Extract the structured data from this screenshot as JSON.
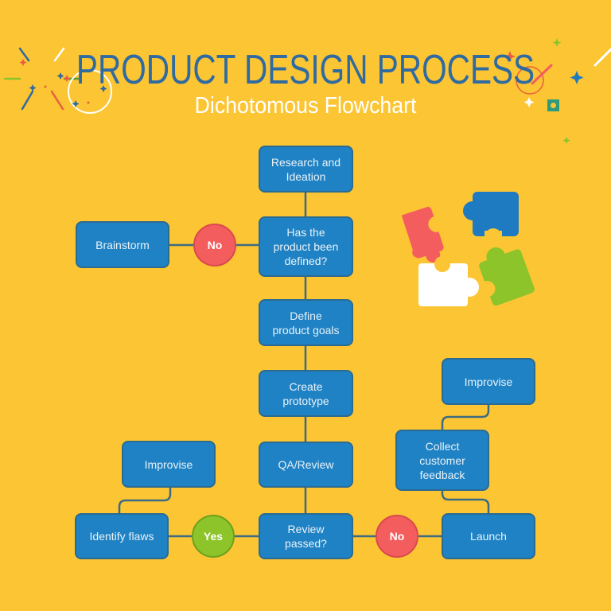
{
  "header": {
    "title": "PRODUCT DESIGN PROCESS",
    "subtitle": "Dichotomous Flowchart"
  },
  "colors": {
    "background": "#fcc534",
    "box_fill": "#1f82c4",
    "box_border": "#2b6a91",
    "title": "#2f6aa1",
    "no": "#f45d5e",
    "yes": "#8cc42a",
    "connector": "#3d6b82"
  },
  "nodes": {
    "research": "Research and\nIdeation",
    "defined_question": "Has the\nproduct been\ndefined?",
    "brainstorm": "Brainstorm",
    "define_goals": "Define\nproduct goals",
    "create_prototype": "Create\nprototype",
    "qa_review": "QA/Review",
    "review_passed": "Review\npassed?",
    "identify_flaws": "Identify flaws",
    "improvise_left": "Improvise",
    "launch": "Launch",
    "collect_feedback": "Collect\ncustomer\nfeedback",
    "improvise_right": "Improvise"
  },
  "decisions": {
    "no_top": "No",
    "yes_bottom": "Yes",
    "no_bottom": "No"
  },
  "decorations": {
    "illustration": "puzzle-pieces",
    "puzzle_colors": [
      "#f45d5e",
      "#1f7bc1",
      "#ffffff",
      "#8cc42a"
    ]
  }
}
